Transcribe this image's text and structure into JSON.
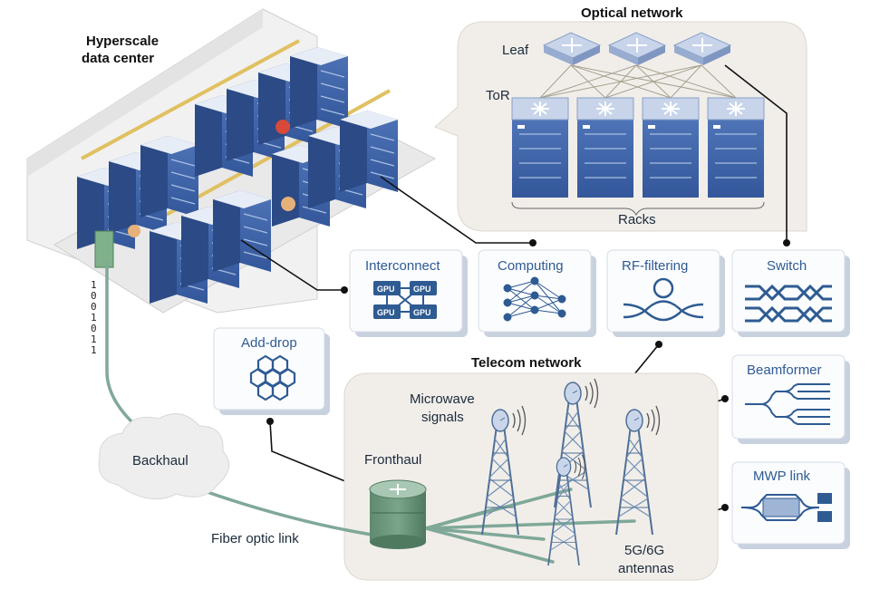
{
  "datacenter": {
    "title_line1": "Hyperscale",
    "title_line2": "data center"
  },
  "optical": {
    "title": "Optical network",
    "leaf_label": "Leaf",
    "tor_label": "ToR",
    "racks_label": "Racks"
  },
  "cards": {
    "interconnect": {
      "label": "Interconnect",
      "gpu": "GPU"
    },
    "computing": {
      "label": "Computing"
    },
    "rf_filtering": {
      "label": "RF-filtering"
    },
    "switch": {
      "label": "Switch"
    },
    "add_drop": {
      "label": "Add-drop"
    },
    "beamformer": {
      "label": "Beamformer"
    },
    "mwp_link": {
      "label": "MWP link"
    }
  },
  "telecom": {
    "title": "Telecom network",
    "microwave_line1": "Microwave",
    "microwave_line2": "signals",
    "fronthaul": "Fronthaul",
    "antennas_line1": "5G/6G",
    "antennas_line2": "antennas"
  },
  "backhaul": "Backhaul",
  "fiber_label": "Fiber optic link",
  "bitstream": [
    "1",
    "0",
    "0",
    "1",
    "0",
    "1",
    "1"
  ],
  "colors": {
    "rack_blue": "#3e63a8",
    "card_text": "#2e5b92",
    "fiber_green": "#7fa898",
    "panel_bg": "#f1eeea"
  }
}
